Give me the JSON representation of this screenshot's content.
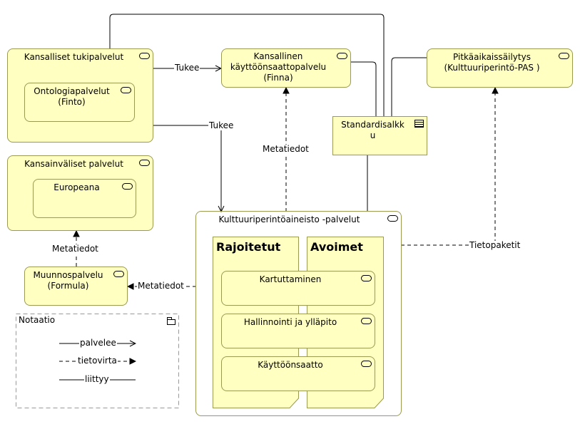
{
  "nodes": {
    "kansalliset_tukipalvelut": "Kansalliset tukipalvelut",
    "ontologiapalvelut": "Ontologiapalvelut\n(Finto)",
    "kansainvaliset_palvelut": "Kansainväliset palvelut",
    "europeana": "Europeana",
    "muunnospalvelu": "Muunnospalvelu\n(Formula)",
    "kaytto_palvelu": "Kansallinen\nkäyttöönsaattopalvelu\n(Finna)",
    "pitkaaikaissailytys": "Pitkäaikaissäilytys\n(Kulttuuriperintö-PAS )",
    "standardisalkku": "Standardisalkk\nu",
    "kulttuuriperinto": "Kulttuuriperintöaineisto -palvelut",
    "rajoitetut": "Rajoitetut",
    "avoimet": "Avoimet",
    "kartuttaminen": "Kartuttaminen",
    "hallinnointi": "Hallinnointi ja ylläpito",
    "kayttoonsaatto": "Käyttöönsaatto"
  },
  "edges": {
    "tukee_1": "Tukee",
    "tukee_2": "Tukee",
    "metatiedot_1": "Metatiedot",
    "metatiedot_2": "Metatiedot",
    "metatiedot_3": "Metatiedot",
    "tietopaketit": "Tietopaketit"
  },
  "legend": {
    "title": "Notaatio",
    "palvelee": "palvelee",
    "tietovirta": "tietovirta",
    "liittyy": "liittyy"
  },
  "colors": {
    "node_fill": "#ffffc2",
    "node_border": "#9a9a50"
  }
}
